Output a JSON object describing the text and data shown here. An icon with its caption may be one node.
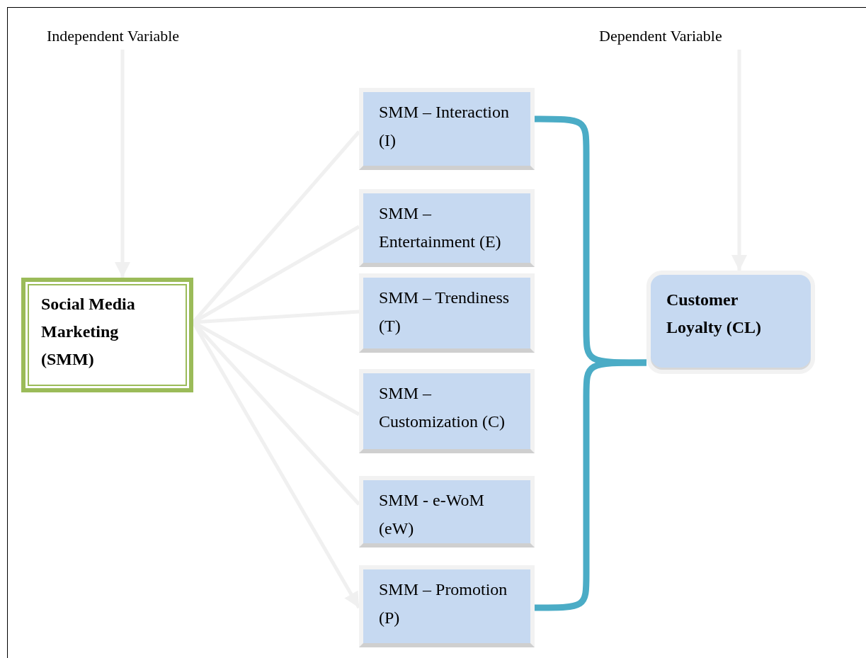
{
  "diagram": {
    "nodes": [
      {
        "text": [
          "Independent Variable"
        ]
      },
      {
        "text": [
          "Dependent Variable"
        ]
      },
      {
        "text": [
          "Social Media Marketing (SMM)"
        ]
      },
      {
        "text": [
          "SMM – Interaction (I)"
        ]
      },
      {
        "text": [
          "SMM – Entertainment (E)"
        ]
      },
      {
        "text": [
          "SMM – Trendiness (T)"
        ]
      },
      {
        "text": [
          "SMM – Customization (C)"
        ]
      },
      {
        "text": [
          "SMM - e-WoM (eW)"
        ]
      },
      {
        "text": [
          "SMM – Promotion (P)"
        ]
      },
      {
        "text": [
          "Customer Loyalty (CL)"
        ]
      }
    ],
    "edges": [
      {
        "from": 0,
        "to": 2,
        "arrow": "to"
      },
      {
        "from": 1,
        "to": 9,
        "arrow": "to"
      },
      {
        "from": 2,
        "to": 3,
        "arrow": "none"
      },
      {
        "from": 2,
        "to": 4,
        "arrow": "none"
      },
      {
        "from": 2,
        "to": 5,
        "arrow": "none"
      },
      {
        "from": 2,
        "to": 6,
        "arrow": "none"
      },
      {
        "from": 2,
        "to": 7,
        "arrow": "none"
      },
      {
        "from": 2,
        "to": 8,
        "arrow": "to"
      },
      {
        "from": 3,
        "to": 9,
        "arrow": "none",
        "style": "thick",
        "color": "#4bacc6"
      },
      {
        "from": 8,
        "to": 9,
        "arrow": "none",
        "style": "thick",
        "color": "#4bacc6"
      }
    ]
  }
}
